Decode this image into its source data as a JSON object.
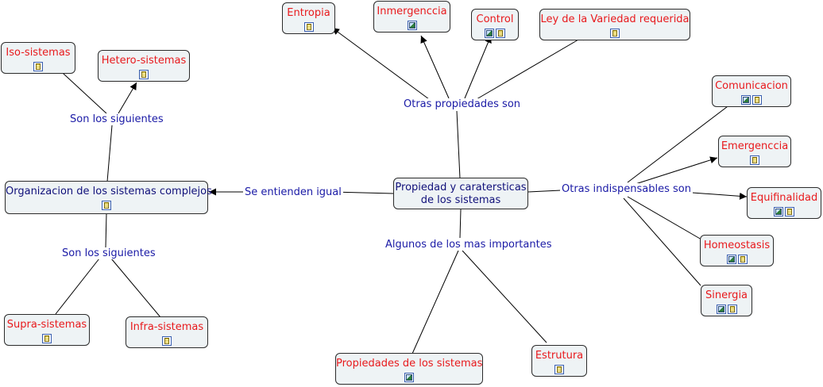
{
  "central": {
    "line1": "Propiedad y caratersticas",
    "line2": "de los sistemas"
  },
  "nodes": {
    "organizacion": "Organizacion de los sistemas complejos",
    "iso": "Iso-sistemas",
    "hetero": "Hetero-sistemas",
    "supra": "Supra-sistemas",
    "infra": "Infra-sistemas",
    "entropia": "Entropia",
    "inmergenccia": "Inmergenccia",
    "control": "Control",
    "ley": "Ley de la Variedad requerida",
    "comunicacion": "Comunicacion",
    "emergenccia": "Emergenccia",
    "equifinalidad": "Equifinalidad",
    "homeostasis": "Homeostasis",
    "sinergia": "Sinergia",
    "propiedades": "Propiedades de los sistemas",
    "estrutura": "Estrutura"
  },
  "links": {
    "se_entienden": "Se entienden igual",
    "son_arriba": "Son los siguientes",
    "son_abajo": "Son los siguientes",
    "otras_propiedades": "Otras propiedades son",
    "otras_indispensables": "Otras indispensables son",
    "algunos": "Algunos de los mas importantes"
  },
  "icons": {
    "organizacion": [
      "doc"
    ],
    "iso": [
      "doc"
    ],
    "hetero": [
      "doc"
    ],
    "supra": [
      "doc"
    ],
    "infra": [
      "doc"
    ],
    "entropia": [
      "doc"
    ],
    "inmergenccia": [
      "image"
    ],
    "control": [
      "image",
      "doc"
    ],
    "ley": [
      "doc"
    ],
    "comunicacion": [
      "image",
      "doc"
    ],
    "emergenccia": [
      "doc"
    ],
    "equifinalidad": [
      "image",
      "doc"
    ],
    "homeostasis": [
      "image",
      "doc"
    ],
    "sinergia": [
      "image",
      "doc"
    ],
    "propiedades": [
      "image"
    ],
    "estrutura": [
      "doc"
    ]
  },
  "colors": {
    "concept_text": "#e8191c",
    "main_text": "#10107a",
    "link_text": "#1a1aa6",
    "node_fill": "#eef3f5",
    "line": "#000000"
  }
}
